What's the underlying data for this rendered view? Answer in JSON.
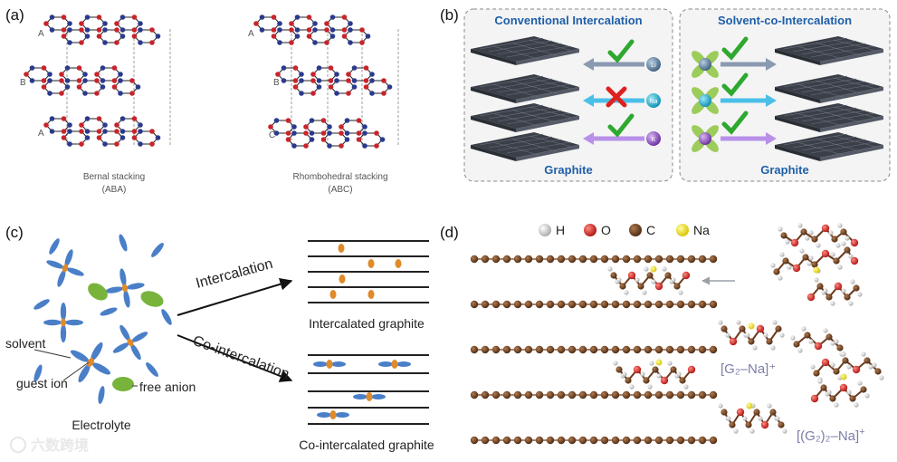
{
  "panel_a": {
    "label": "(a)",
    "left_layers": [
      "A",
      "B",
      "A"
    ],
    "right_layers": [
      "A",
      "B",
      "C"
    ],
    "left_caption": "Bernal stacking",
    "left_subcaption": "(ABA)",
    "right_caption": "Rhombohedral stacking",
    "right_subcaption": "(ABC)"
  },
  "panel_b": {
    "label": "(b)",
    "left_title": "Conventional  Intercalation",
    "right_title": "Solvent-co-Intercalation",
    "left_graphite": "Graphite",
    "right_graphite": "Graphite",
    "ions": [
      "Li",
      "Na",
      "K"
    ],
    "left_results": [
      "check",
      "cross",
      "check"
    ],
    "right_results": [
      "check",
      "check",
      "check"
    ]
  },
  "panel_c": {
    "label": "(c)",
    "solvent_label": "solvent",
    "guest_ion_label": "guest ion",
    "free_anion_label": "free anion",
    "electrolyte_label": "Electrolyte",
    "intercalation_label": "Intercalation",
    "co_intercalation_label": "Co-intercalation",
    "intercalated_caption": "Intercalated graphite",
    "co_intercalated_caption": "Co-intercalated graphite"
  },
  "panel_d": {
    "label": "(d)",
    "legend": [
      {
        "symbol": "H",
        "color": "#e6e6e6"
      },
      {
        "symbol": "O",
        "color": "#d42020"
      },
      {
        "symbol": "C",
        "color": "#6b3a1e"
      },
      {
        "symbol": "Na",
        "color": "#f2e21a"
      }
    ],
    "complex_1": "[G₂–Na]⁺",
    "complex_2_main": "[(G₂)₂–Na]",
    "complex_2_sup": "+"
  },
  "watermark": "六数跨境",
  "colors": {
    "atom_red": "#c8242b",
    "atom_blue": "#2b3a8c",
    "solvent_blue": "#4a7fc8",
    "ion_orange": "#e08a2a",
    "anion_green": "#78b43c",
    "graphite_dark": "#3a3f48",
    "check_green": "#2fa82f",
    "cross_red": "#e02020"
  }
}
